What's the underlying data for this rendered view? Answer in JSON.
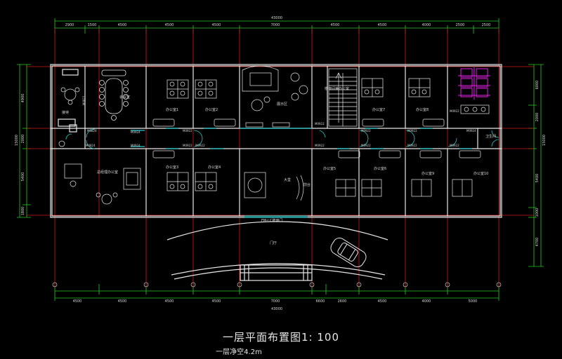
{
  "drawing": {
    "title": "一层平面布置图1: 100",
    "subtitle": "一层净空4.2m"
  },
  "dimensions": {
    "top_total": "43000",
    "bottom_total": "43000",
    "top_segments": [
      "2900",
      "1500",
      "4500",
      "4500",
      "4500",
      "7000",
      "4500",
      "4500",
      "4000",
      "2500",
      "2500"
    ],
    "bottom_segments": [
      "4500",
      "4500",
      "4500",
      "4500",
      "7000",
      "6600",
      "2600",
      "4500",
      "4000",
      "5000"
    ],
    "left_side": [
      "4900",
      "2000",
      "5400",
      "1800"
    ],
    "left_total": "15000",
    "right_side": [
      "6000",
      "2000",
      "5400",
      "1000"
    ],
    "right_total": "15000",
    "right_extra": "4700"
  },
  "rooms": {
    "reception": "接待",
    "meeting": "会议室",
    "office_1": "办公室1",
    "office_2": "办公室2",
    "exhibition": "展示区",
    "stair_office": "楼梯间兼办公室",
    "office_7": "办公室7",
    "office_8": "办公室8",
    "toilet": "卫生间",
    "gm_office": "总经理办公室",
    "office_3": "办公室3",
    "office_4": "办公室4",
    "lobby": "大堂",
    "office_5": "办公室5",
    "office_6": "办公室6",
    "office_9": "办公室9",
    "office_10": "办公室10",
    "entrance": "门厅",
    "front_desk": "前台",
    "glass_door": "FM-LC玻璃门"
  },
  "door_tags": {
    "d1": "M0821",
    "d2": "M0824",
    "d3": "M0924",
    "d4": "M0922",
    "d5": "M0922",
    "d6": "M0922",
    "d7": "M0922",
    "d8": "M0924",
    "d9": "M0922",
    "d10": "M0922",
    "d11": "M0922",
    "d12": "M0922",
    "d13": "M0922",
    "d14": "M0922",
    "d15": "M0924",
    "d16": "M0922",
    "d17": "M0824"
  },
  "colors": {
    "background": "#000000",
    "dim": "#22cc22",
    "wall": "#e8e8e8",
    "axis": "#d01818",
    "glass": "#22c8c8",
    "toilet": "#e020e0",
    "label": "#d8d8d8"
  }
}
